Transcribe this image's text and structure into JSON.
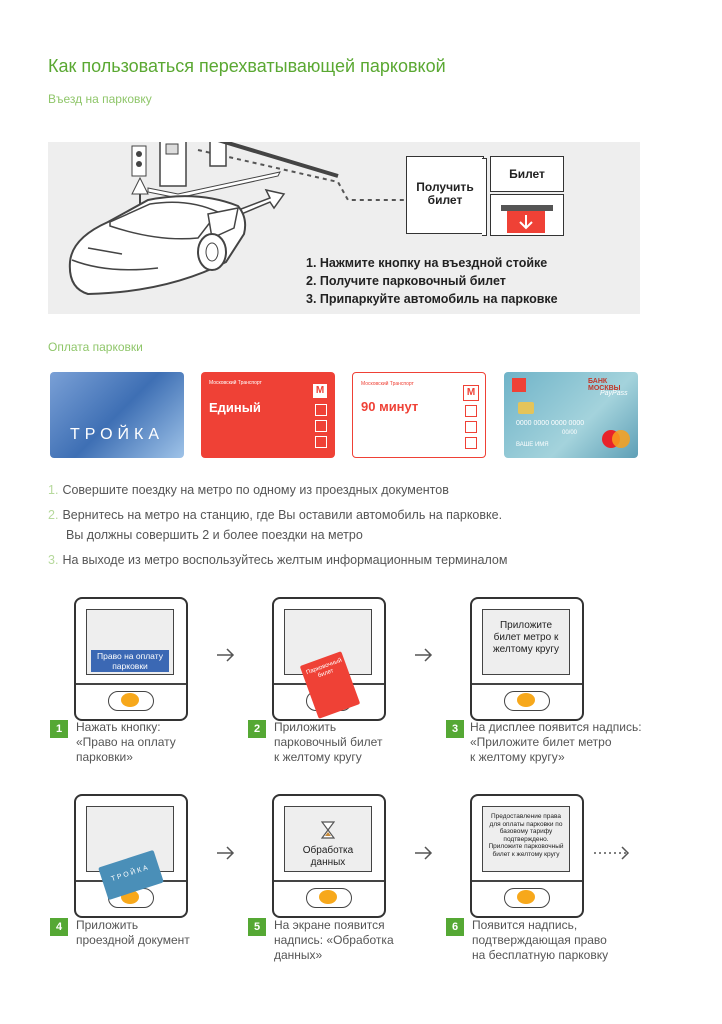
{
  "title": "Как пользоваться перехватывающей парковкой",
  "entry": {
    "subtitle": "Въезд на парковку",
    "get_ticket_label": "Получить билет",
    "ticket_label": "Билет",
    "steps": [
      "1. Нажмите кнопку на въездной стойке",
      "2. Получите парковочный билет",
      "3. Припаркуйте автомобиль на парковке"
    ]
  },
  "payment": {
    "subtitle": "Оплата парковки",
    "cards": {
      "troika": "ТРОЙКА",
      "edinyi": "Единый",
      "minutes90": "90 минут",
      "transport_small": "Московский Транспорт",
      "metro_letter": "М",
      "bank_name": "БАНК МОСКВЫ",
      "paypass": "PayPass",
      "card_number": "0000 0000 0000 0000",
      "card_date": "00/00",
      "card_holder": "ВАШЕ ИМЯ",
      "mastercard": "MasterCard"
    },
    "steps": [
      {
        "num": "1.",
        "text": "Совершите поездку на метро по одному из проездных документов"
      },
      {
        "num": "2.",
        "text": "Вернитесь на метро на станцию, где Вы оставили автомобиль на парковке.",
        "text2": "Вы должны совершить 2 и более поездки на метро"
      },
      {
        "num": "3.",
        "text": "На выходе из метро воспользуйтесь желтым информационным терминалом"
      }
    ]
  },
  "terminals": [
    {
      "num": "1",
      "screen": "Право на оплату парковки",
      "caption": [
        "Нажать кнопку:",
        "«Право на оплату",
        "парковки»"
      ]
    },
    {
      "num": "2",
      "screen": "",
      "card_label": "Парковочный билет",
      "caption": [
        "Приложить",
        "парковочный билет",
        "к желтому кругу"
      ]
    },
    {
      "num": "3",
      "screen": "Приложите билет метро к желтому кругу",
      "caption": [
        "На дисплее появится надпись:",
        "«Приложите билет метро",
        "к желтому кругу»"
      ]
    },
    {
      "num": "4",
      "screen": "",
      "card_label": "ТРОЙКА",
      "caption": [
        "Приложить",
        "проездной документ"
      ]
    },
    {
      "num": "5",
      "screen": "Обработка данных",
      "caption": [
        "На экране появится",
        "надпись: «Обработка",
        "данных»"
      ]
    },
    {
      "num": "6",
      "screen": "Предоставление права для оплаты парковки по базовому тарифу подтверждено. Приложите парковочный билет к желтому кругу",
      "caption": [
        "Появится надпись,",
        "подтверждающая право",
        "на бесплатную парковку"
      ]
    }
  ],
  "colors": {
    "accent_green": "#5aa832",
    "light_green": "#8fc66a",
    "red": "#ef4136",
    "yellow": "#f7a81b",
    "blue": "#3b68b4"
  }
}
